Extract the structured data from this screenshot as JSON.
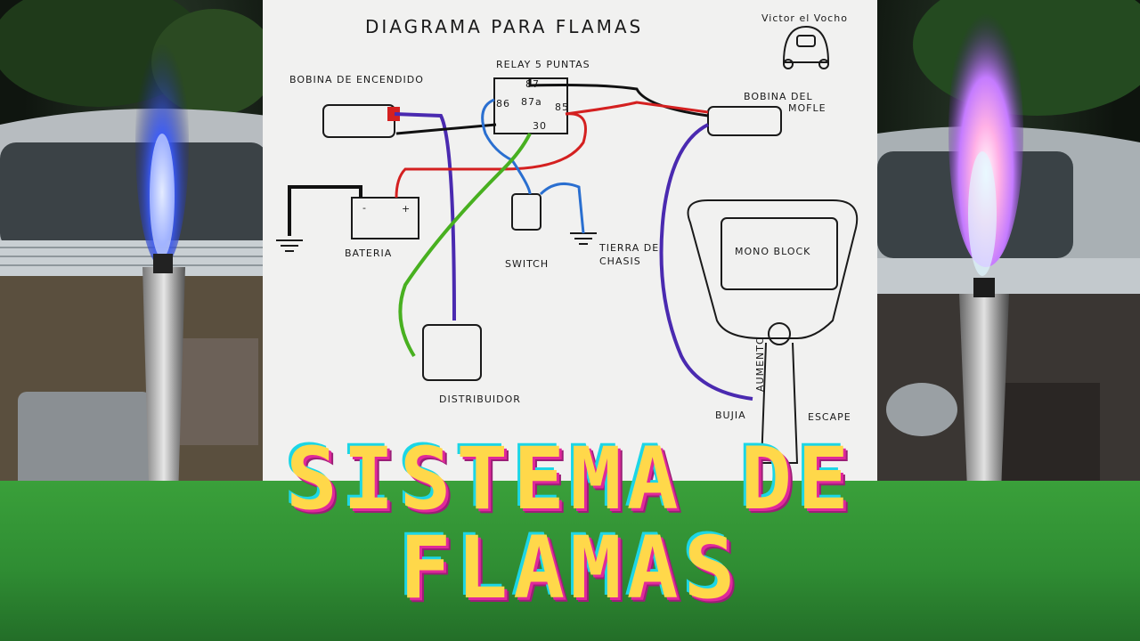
{
  "title": {
    "line1": "SISTEMA DE",
    "line2": "FLAMAS"
  },
  "diagram": {
    "heading": "DIAGRAMA PARA FLAMAS",
    "author": "Victor el Vocho",
    "relay_label": "RELAY 5 PUNTAS",
    "relay_pins": [
      "87",
      "86",
      "87a",
      "85",
      "30"
    ],
    "ignition_coil": "BOBINA DE ENCENDIDO",
    "muffler_coil_line1": "BOBINA DEL",
    "muffler_coil_line2": "MOFLE",
    "battery": "BATERIA",
    "battery_minus": "-",
    "battery_plus": "+",
    "switch": "SWITCH",
    "chassis_ground_line1": "TIERRA DE",
    "chassis_ground_line2": "CHASIS",
    "distributor": "DISTRIBUIDOR",
    "engine_block": "MONO BLOCK",
    "exhaust": "ESCAPE",
    "spark_plug": "BUJIA",
    "extension": "AUMENTO"
  },
  "colors": {
    "title_fill": "#ffd84a",
    "title_shadow_pink": "#e0289b",
    "title_shadow_cyan": "#1cd6e6",
    "wire_red": "#d42020",
    "wire_blue": "#2a6fd0",
    "wire_purple": "#4a2ab0",
    "wire_green": "#48b020",
    "wire_black": "#111111",
    "flame_blue": "#3a5cff",
    "flame_pink": "#ff7ad0"
  }
}
